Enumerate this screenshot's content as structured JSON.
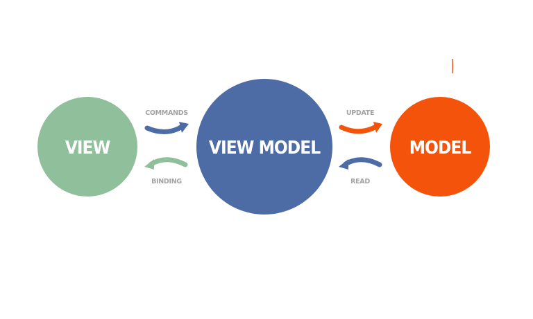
{
  "nodes": {
    "view": {
      "label": "VIEW",
      "color": "#8fbf9b"
    },
    "view_model": {
      "label": "VIEW MODEL",
      "color": "#4d6ca6"
    },
    "model": {
      "label": "MODEL",
      "color": "#f4530c"
    }
  },
  "edges": {
    "commands": {
      "label": "COMMANDS",
      "from": "VIEW",
      "to": "VIEW MODEL",
      "color": "#4d6ca6"
    },
    "binding": {
      "label": "BINDING",
      "from": "VIEW MODEL",
      "to": "VIEW",
      "color": "#8fbf9b"
    },
    "update": {
      "label": "UPDATE",
      "from": "VIEW MODEL",
      "to": "MODEL",
      "color": "#f4530c"
    },
    "read": {
      "label": "READ",
      "from": "MODEL",
      "to": "VIEW MODEL",
      "color": "#4d6ca6"
    }
  }
}
